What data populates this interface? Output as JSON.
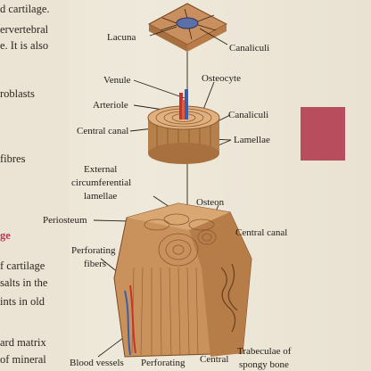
{
  "left_text": {
    "line1": "d cartilage.",
    "line2": "ervertebral",
    "line3": "e. It is also",
    "line4": "roblasts",
    "line5": "fibres",
    "line6": "ge",
    "line7": "f cartilage",
    "line8": "salts in the",
    "line9": "ints in old",
    "line10": "ard matrix",
    "line11": "of mineral"
  },
  "labels": {
    "lacuna": "Lacuna",
    "canaliculi_top": "Canaliculi",
    "venule": "Venule",
    "osteocyte": "Osteocyte",
    "arteriole": "Arteriole",
    "canaliculi_mid": "Canaliculi",
    "central_canal_left": "Central canal",
    "lamellae": "Lamellae",
    "external_line1": "External",
    "external_line2": "circumferential",
    "external_line3": "lamellae",
    "osteon": "Osteon",
    "periosteum": "Periosteum",
    "central_canal_right": "Central canal",
    "perforating_fibers_line1": "Perforating",
    "perforating_fibers_line2": "fibers",
    "blood_vessels": "Blood vessels",
    "perforating_bottom": "Perforating",
    "central_bottom": "Central",
    "trabeculae_line1": "Trabeculae of",
    "trabeculae_line2": "spongy bone"
  },
  "colors": {
    "bone": "#d3a070",
    "bone_dark": "#a9703f",
    "vein": "#3a5fa8",
    "artery": "#c8322c",
    "accent_tab": "#b84d5e"
  }
}
